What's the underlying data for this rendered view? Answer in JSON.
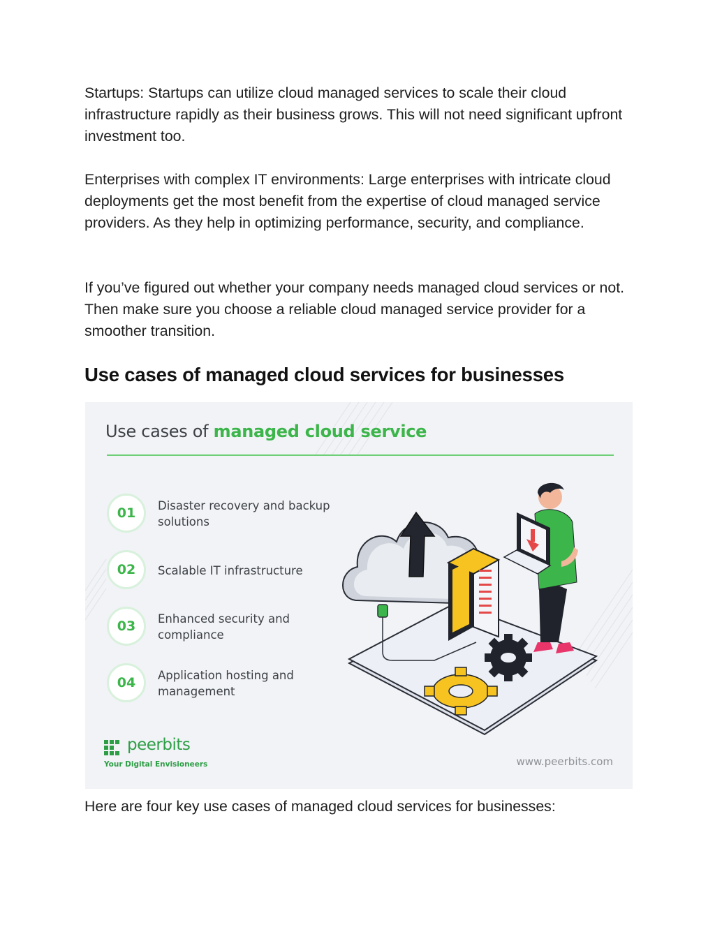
{
  "paragraphs": {
    "startups": "Startups: Startups can utilize cloud managed services to scale their cloud infrastructure rapidly as their business grows. This will not need significant upfront investment too.",
    "enterprises": "Enterprises with complex IT environments: Large enterprises with intricate cloud deployments get the most benefit from the expertise of cloud managed service providers. As they help in optimizing performance, security, and compliance.",
    "figured_out": "If you’ve figured out whether your company needs managed cloud services or not. Then make sure you choose a reliable cloud managed service provider for a smoother transition.",
    "intro": "Here are four key use cases of managed cloud services for businesses:"
  },
  "section_heading": "Use cases of managed cloud services for businesses",
  "infographic": {
    "title_prefix": "Use cases of ",
    "title_accent": "managed cloud service",
    "items": [
      {
        "number": "01",
        "label": "Disaster recovery and backup solutions"
      },
      {
        "number": "02",
        "label": "Scalable IT infrastructure"
      },
      {
        "number": "03",
        "label": "Enhanced security and compliance"
      },
      {
        "number": "04",
        "label": "Application hosting and management"
      }
    ],
    "brand_name": "peerbits",
    "brand_tagline": "Your Digital Envisioneers",
    "website": "www.peerbits.com",
    "colors": {
      "accent": "#3cb54a",
      "panel": "#f1f3f6",
      "text": "#3d4046"
    },
    "icons": [
      "peerbits-logo-icon",
      "cloud-icon",
      "upload-arrow-icon",
      "server-icon",
      "laptop-icon",
      "download-arrow-icon",
      "gear-icon"
    ]
  }
}
